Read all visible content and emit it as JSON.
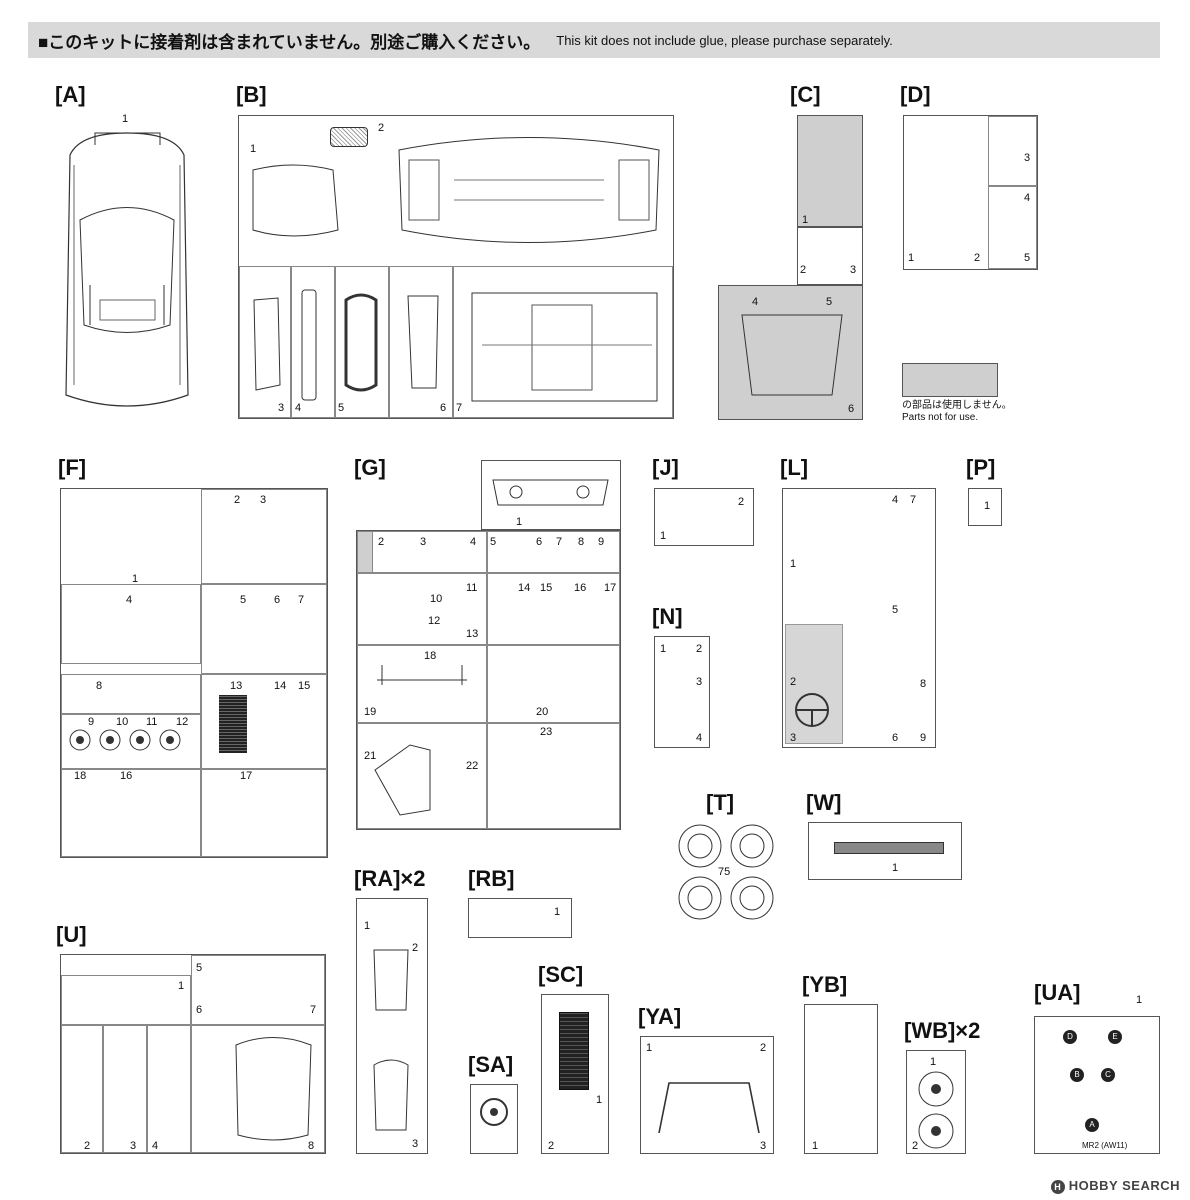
{
  "banner": {
    "notice_jp": "■このキットに接着剤は含まれていません。別途ご購入ください。",
    "notice_en": "This kit does not include glue, please purchase separately."
  },
  "sprues": {
    "A": "[A]",
    "B": "[B]",
    "C": "[C]",
    "D": "[D]",
    "F": "[F]",
    "G": "[G]",
    "J": "[J]",
    "L": "[L]",
    "P": "[P]",
    "N": "[N]",
    "T": "[T]",
    "W": "[W]",
    "RA": "[RA]×2",
    "RB": "[RB]",
    "U": "[U]",
    "SC": "[SC]",
    "YA": "[YA]",
    "YB": "[YB]",
    "UA": "[UA]",
    "WB": "[WB]×2",
    "SA": "[SA]"
  },
  "legend": {
    "jp": "の部品は使用しません。",
    "en": "Parts not for use."
  },
  "parts": {
    "n1": "1",
    "n2": "2",
    "n3": "3",
    "n4": "4",
    "n5": "5",
    "n6": "6",
    "n7": "7",
    "n8": "8",
    "n9": "9",
    "n10": "10",
    "n11": "11",
    "n12": "12",
    "n13": "13",
    "n14": "14",
    "n15": "15",
    "n16": "16",
    "n17": "17",
    "n18": "18",
    "n19": "19",
    "n20": "20",
    "n21": "21",
    "n22": "22",
    "n23": "23",
    "n75": "75"
  },
  "decal": {
    "a": "A",
    "b": "B",
    "c": "C",
    "d": "D",
    "e": "E",
    "model": "MR2 (AW11)"
  },
  "watermark": "HOBBY SEARCH",
  "colors": {
    "banner": "#d9d9d9",
    "unused": "#cfcfcf",
    "line": "#555555"
  }
}
